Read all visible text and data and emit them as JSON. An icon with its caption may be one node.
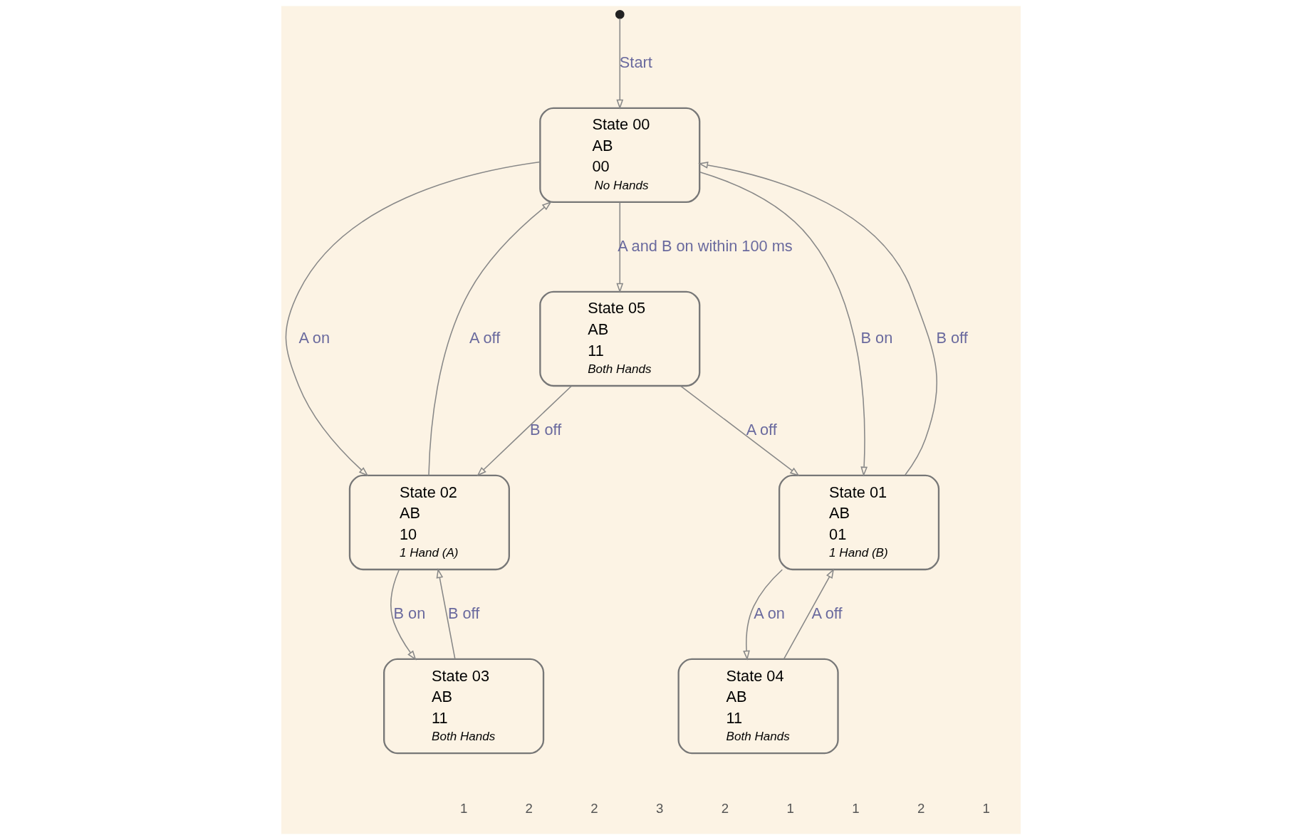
{
  "diagram": {
    "nodes": [
      {
        "text": [],
        "shape": "circle"
      },
      {
        "text": [
          "State 00",
          "AB",
          "00",
          "No Hands"
        ]
      },
      {
        "text": [
          "State 02",
          "AB",
          "10",
          "1 Hand (A)"
        ]
      },
      {
        "text": [
          "State 01",
          "AB",
          "01",
          "1 Hand (B)"
        ]
      },
      {
        "text": [
          "State 05",
          "AB",
          "11",
          "Both Hands"
        ]
      },
      {
        "text": [
          "State 03",
          "AB",
          "11",
          "Both Hands"
        ]
      },
      {
        "text": [
          "State 04",
          "AB",
          "11",
          "Both Hands"
        ]
      }
    ],
    "edges": [
      {
        "from": 0,
        "to": 1,
        "arrow": "to",
        "label": "Start"
      },
      {
        "from": 1,
        "to": 2,
        "arrow": "to",
        "label": "A on"
      },
      {
        "from": 2,
        "to": 1,
        "arrow": "to",
        "label": "A off"
      },
      {
        "from": 1,
        "to": 3,
        "arrow": "to",
        "label": "B on"
      },
      {
        "from": 3,
        "to": 1,
        "arrow": "to",
        "label": "B off"
      },
      {
        "from": 1,
        "to": 4,
        "arrow": "to",
        "label": "A and B on within 100 ms"
      },
      {
        "from": 4,
        "to": 2,
        "arrow": "to",
        "label": "B off"
      },
      {
        "from": 4,
        "to": 3,
        "arrow": "to",
        "label": "A off"
      },
      {
        "from": 2,
        "to": 5,
        "arrow": "to",
        "label": "B on"
      },
      {
        "from": 5,
        "to": 2,
        "arrow": "to",
        "label": "B off"
      },
      {
        "from": 6,
        "to": 3,
        "arrow": "to",
        "label": "A off"
      },
      {
        "from": 3,
        "to": 6,
        "arrow": "to",
        "label": "A on"
      }
    ],
    "labels": [
      "1",
      "2",
      "2",
      "3",
      "2",
      "1",
      "1",
      "2",
      "1"
    ]
  }
}
